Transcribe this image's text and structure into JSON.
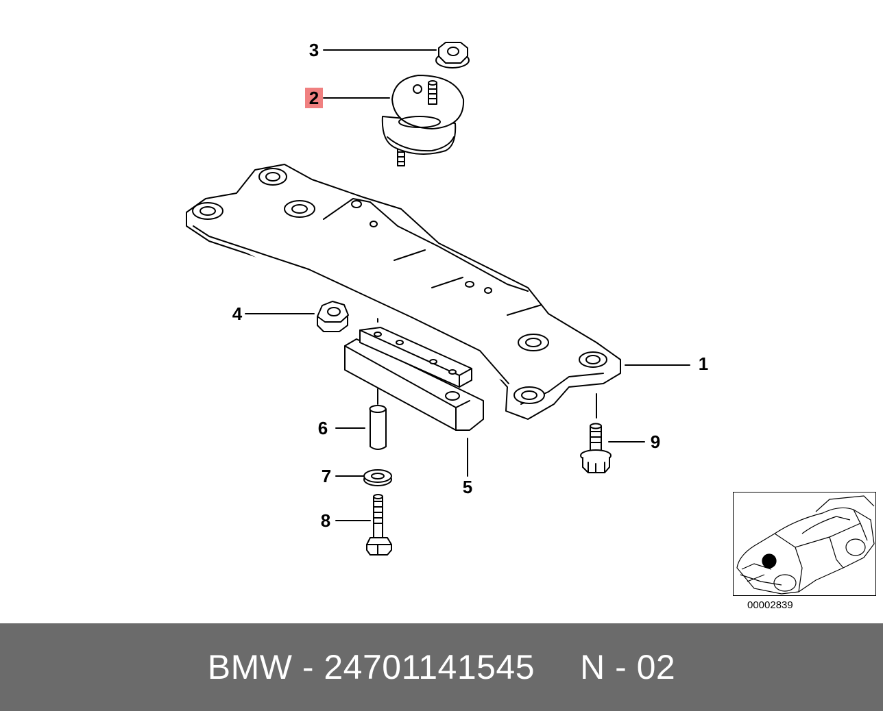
{
  "diagram": {
    "callouts": [
      {
        "id": "1",
        "label": "1",
        "highlighted": false
      },
      {
        "id": "2",
        "label": "2",
        "highlighted": true
      },
      {
        "id": "3",
        "label": "3",
        "highlighted": false
      },
      {
        "id": "4",
        "label": "4",
        "highlighted": false
      },
      {
        "id": "5",
        "label": "5",
        "highlighted": false
      },
      {
        "id": "6",
        "label": "6",
        "highlighted": false
      },
      {
        "id": "7",
        "label": "7",
        "highlighted": false
      },
      {
        "id": "8",
        "label": "8",
        "highlighted": false
      },
      {
        "id": "9",
        "label": "9",
        "highlighted": false
      }
    ],
    "highlight_color": "#f08080",
    "image_code": "00002839"
  },
  "footer": {
    "part_text": "BMW - 24701141545",
    "page_text": "N - 02",
    "background_color": "#6b6b6b"
  }
}
